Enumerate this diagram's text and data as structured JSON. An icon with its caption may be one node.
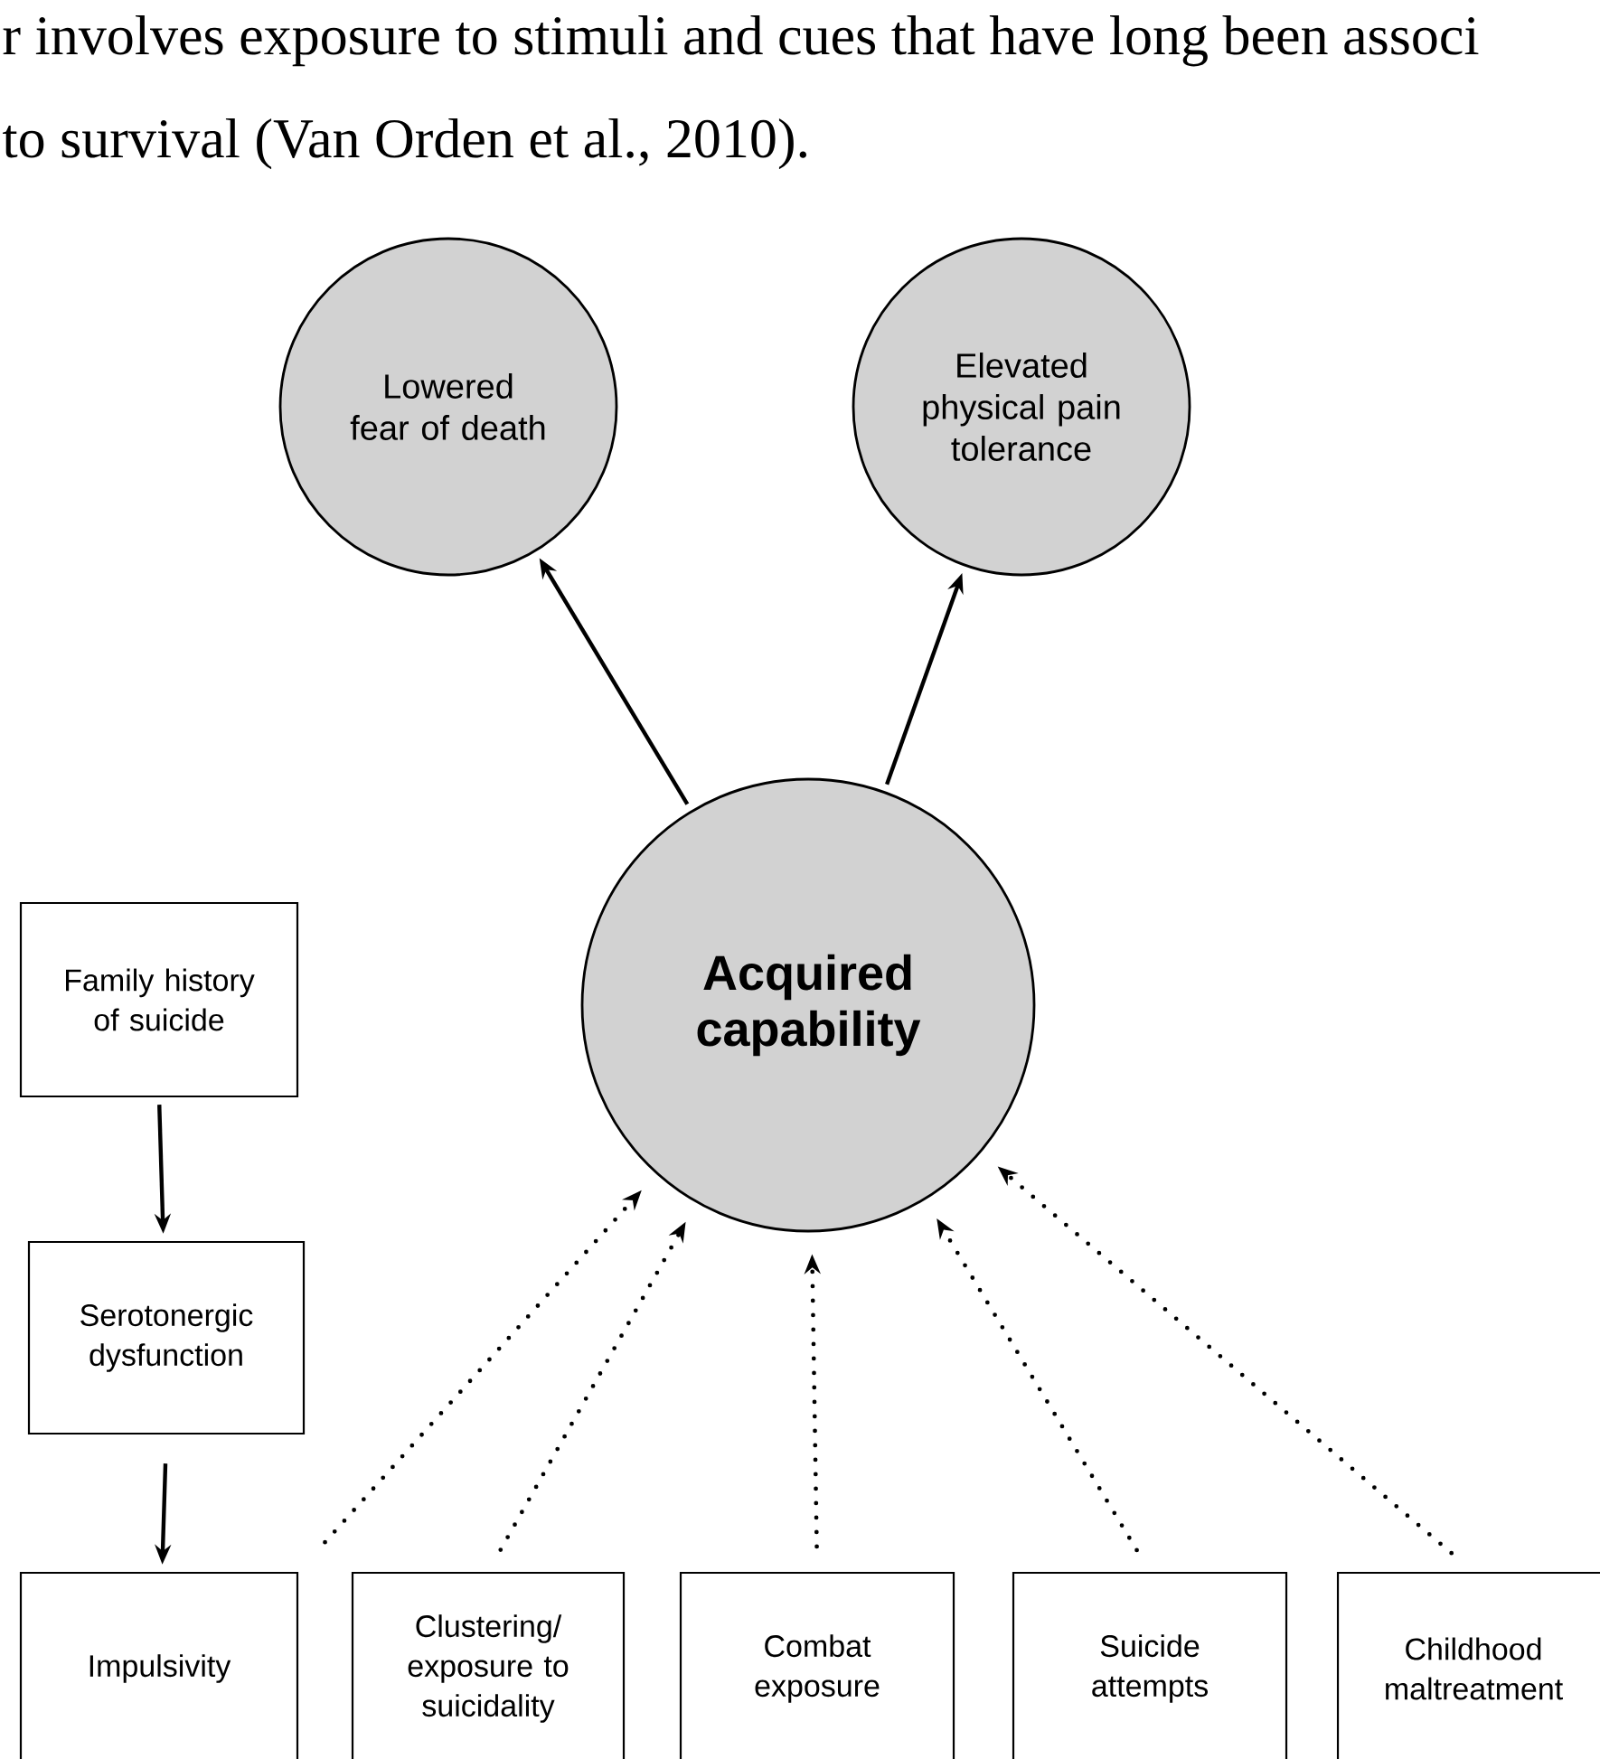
{
  "diagram": {
    "nodes": [
      {
        "text": [
          "Lowered fear of death"
        ]
      },
      {
        "text": [
          "Elevated physical pain tolerance"
        ]
      },
      {
        "text": [
          "Acquired capability"
        ]
      },
      {
        "text": [
          "Family history of suicide"
        ]
      },
      {
        "text": [
          "Serotonergic dysfunction"
        ]
      },
      {
        "text": [
          "Impulsivity"
        ]
      },
      {
        "text": [
          "Clustering/ exposure to suicidality"
        ]
      },
      {
        "text": [
          "Combat exposure"
        ]
      },
      {
        "text": [
          "Suicide attempts"
        ]
      },
      {
        "text": [
          "Childhood maltreatment"
        ]
      }
    ],
    "edges": [
      {
        "from": 2,
        "to": 0,
        "arrow": "to"
      },
      {
        "from": 2,
        "to": 1,
        "arrow": "to"
      },
      {
        "from": 3,
        "to": 4,
        "arrow": "to"
      },
      {
        "from": 4,
        "to": 5,
        "arrow": "to"
      },
      {
        "from": 5,
        "to": 2,
        "arrow": "to",
        "style": "dashed"
      },
      {
        "from": 6,
        "to": 2,
        "arrow": "to",
        "style": "dashed"
      },
      {
        "from": 7,
        "to": 2,
        "arrow": "to",
        "style": "dashed"
      },
      {
        "from": 8,
        "to": 2,
        "arrow": "to",
        "style": "dashed"
      },
      {
        "from": 9,
        "to": 2,
        "arrow": "to",
        "style": "dashed"
      }
    ],
    "labels": [
      "r involves exposure to stimuli and cues that have long been associ",
      "to survival (Van Orden et al., 2010)."
    ]
  }
}
